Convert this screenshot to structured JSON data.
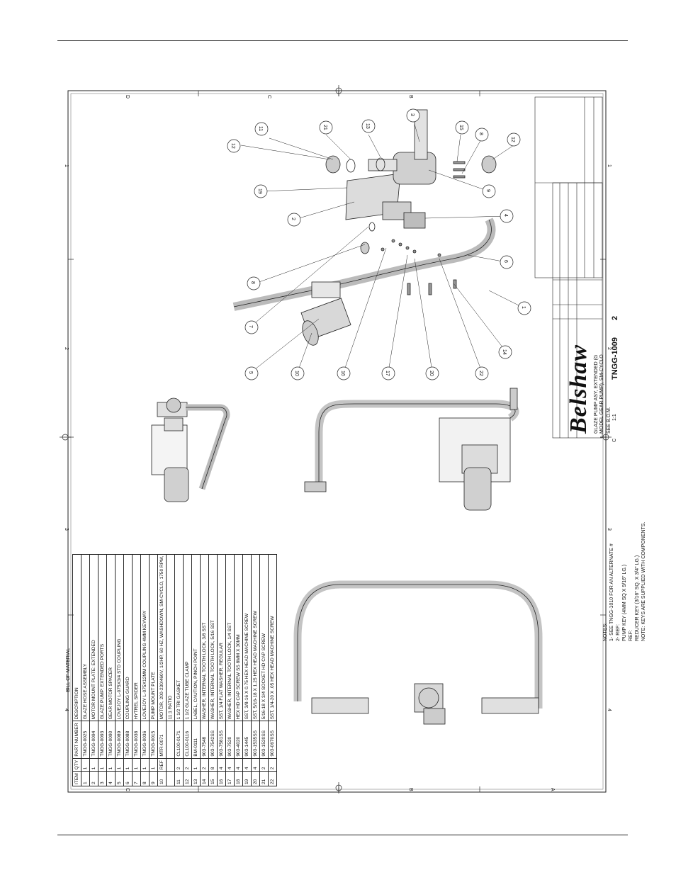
{
  "drawing": {
    "company": "Belshaw",
    "title_line1": "GLAZE PUMP ASY, EXTENDED (G",
    "title_line2": "MODEL GEAR PUMP), SM-CYCLO",
    "material": "SEE B.O.M.",
    "dwg_no": "TNGG-1009",
    "size": "C",
    "scale": "1:1",
    "rev": "2",
    "bom_title": "BILL OF MATERIAL",
    "bom_headers": [
      "ITEM",
      "QTY",
      "PART NUMBER",
      "DESCRIPTION"
    ],
    "bom_rows": [
      [
        "1",
        "1",
        "TNGG-0025",
        "GLAZE HOSE ASSEMBLY"
      ],
      [
        "2",
        "1",
        "TNGG-0094",
        "MOTOR MOUNT PLATE: EXTENDED"
      ],
      [
        "3",
        "1",
        "TNGG-0093",
        "GLAZE PUMP: EXTENDED PORTS"
      ],
      [
        "4",
        "1",
        "TNGG-0090",
        "GEAR MOTOR SPACER"
      ],
      [
        "5",
        "1",
        "TNGG-0089",
        "LOVEJOY L-075X3/4 STD COUPLING"
      ],
      [
        "6",
        "1",
        "TNGG-0088",
        "COUPLING GUARD"
      ],
      [
        "7",
        "1",
        "TNGG-0038",
        "HYTREL SPIDER"
      ],
      [
        "8",
        "1",
        "TNGG-0036",
        "LOVEJOY L-075X12MM COUPLING 4MM KEYWAY"
      ],
      [
        "9",
        "1",
        "TNGG-0015",
        "PUMP MOUNT PLATE"
      ],
      [
        "10",
        "REF",
        "MTR-0071",
        "MOTOR, 200-230/460V, 1/2HP, 60 HZ, WASHDOWN, SM-CYCLO, 1750 RPM,"
      ],
      [
        "",
        "",
        "",
        "11:1 RATIO"
      ],
      [
        "11",
        "2",
        "CL100-0171",
        "1 1/2 TRI GASKET"
      ],
      [
        "12",
        "2",
        "CL100-0116",
        "1 1/2 GLAZE TUBE CLAMP"
      ],
      [
        "13",
        "1",
        "BM-0111",
        "LABEL, CAUTION, PINCH POINT"
      ],
      [
        "14",
        "2",
        "903-7548",
        "WASHER, INTERNAL TOOTH LOCK, 3/8 SST"
      ],
      [
        "15",
        "8",
        "903-7542SS",
        "WASHER, INTERNAL TOOTH LOCK, 5/16 SST"
      ],
      [
        "16",
        "4",
        "903-7581SS",
        "SST, 1/4 FLAT WASHER, REGULAR"
      ],
      [
        "17",
        "4",
        "903-7520",
        "WASHER, INTERNAL TOOTH LOCK, 1/4 SST"
      ],
      [
        "18",
        "4",
        "903-4020",
        "HEX HD CAP SCREW SS 8MM X 30MM"
      ],
      [
        "19",
        "4",
        "903-1445",
        "SST, 3/8-16 X 0.75 HEX HEAD MACHINE SCREW"
      ],
      [
        "20",
        "4",
        "903-1535SS",
        "SST, 5/16-18 X 1.25 HEX HEAD MACHINE SCREW"
      ],
      [
        "21",
        "2",
        "903-1520SS",
        "5/16-18 X 3/4 SOCKET HD CAP SCREW"
      ],
      [
        "22",
        "2",
        "903-0670SS",
        "SST, 1/4-20 X .05 HEX HEAD MACHINE SCREW"
      ]
    ],
    "notes": [
      "NOTES:",
      "1-  SEE TNGG-1010 FOR AN ALTERNATE #",
      "2-  REF:",
      "     PUMP KEY (4MM SQ X 9/16\" LG.)",
      "     REF:",
      "     REDUCER KEY (3/16\" SQ. X 3/4\" LG.)",
      "     NOTE:  KEYS ARE SUPPLIED WITH COMPONENTS."
    ],
    "balloons": [
      "11",
      "21",
      "13",
      "3",
      "15",
      "8",
      "12",
      "12",
      "19",
      "9",
      "2",
      "4",
      "6",
      "8",
      "7",
      "1",
      "5",
      "10",
      "16",
      "17",
      "20",
      "22",
      "14"
    ],
    "zones_top": [
      "D",
      "C",
      "B"
    ],
    "zones_bottom": [
      "C",
      "B",
      "A"
    ],
    "zones_side": [
      "1",
      "2",
      "3",
      "4"
    ]
  }
}
